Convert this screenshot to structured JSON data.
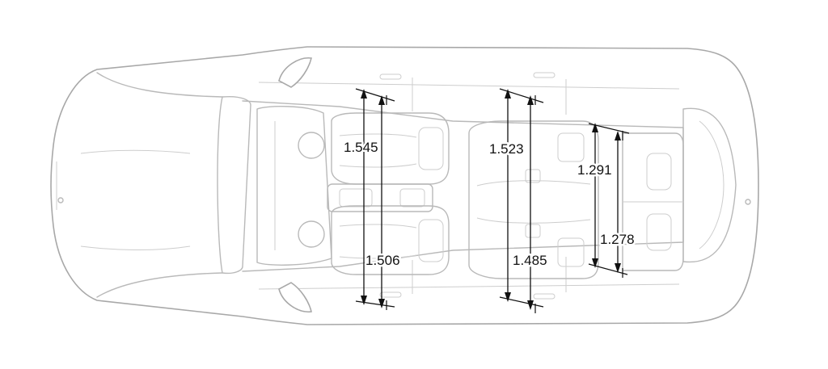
{
  "dimensions": [
    {
      "id": "front-width-1",
      "value": "1.545"
    },
    {
      "id": "front-width-2",
      "value": "1.506"
    },
    {
      "id": "middle-width-1",
      "value": "1.523"
    },
    {
      "id": "middle-width-2",
      "value": "1.485"
    },
    {
      "id": "rear-width-1",
      "value": "1.291"
    },
    {
      "id": "rear-width-2",
      "value": "1.278"
    }
  ]
}
